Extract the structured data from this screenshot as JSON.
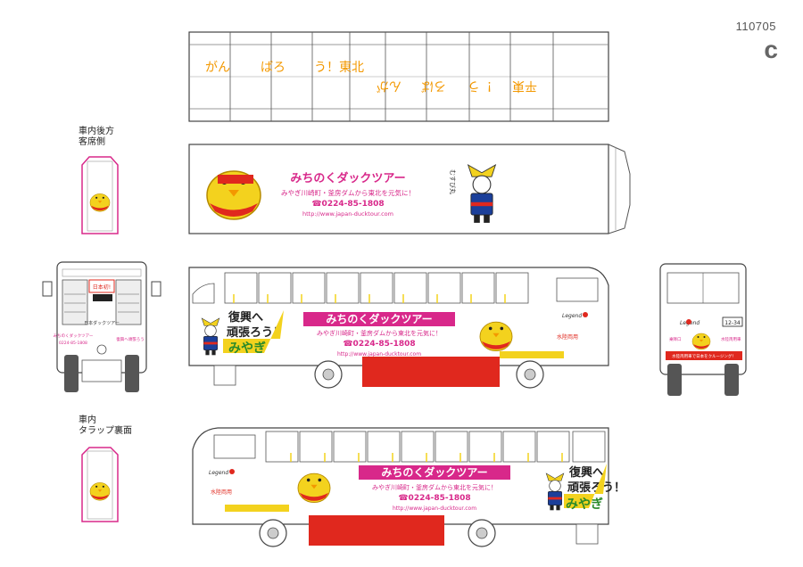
{
  "sheet": {
    "id": "110705",
    "letter": "c"
  },
  "roof": {
    "left_text": [
      "がん",
      "ばろ",
      "う！東北"
    ],
    "right_text_inverted": [
      "平東",
      "！う",
      "ろば",
      "んが"
    ]
  },
  "notes": {
    "rear_seat": [
      "車内後方",
      "客席側"
    ],
    "ramp_back": [
      "車内",
      "タラップ裏面"
    ]
  },
  "brand": {
    "title": "みちのくダックツアー",
    "subtitle": "みやぎ川崎町・釜房ダムから東北を元気に！",
    "phone": "☎0224-85-1808",
    "url": "http://www.japan-ducktour.com"
  },
  "slogan": {
    "line1": "復興へ",
    "line2": "頑張ろう！",
    "line3": "みやぎ"
  },
  "logo_text": "Legend",
  "amphibious": "水陸両用",
  "plate": "12-34",
  "mascot_name": "むすび丸",
  "front_bus": {
    "sign1": "日本初!",
    "sign2": "日本ダックツアー",
    "small1": "みちのくダックツアー",
    "small2": "0224-85-1808",
    "small3": "復興へ頑張ろう"
  },
  "rear_bus": {
    "banner": "水陸両用車で日本をクルージング！",
    "small1": "乗降口",
    "small2": "水陸両用車"
  },
  "colors": {
    "magenta": "#d8288a",
    "red": "#e0281e",
    "yellow": "#f3d21e",
    "orange": "#f39800",
    "blue": "#1b3f9a"
  }
}
